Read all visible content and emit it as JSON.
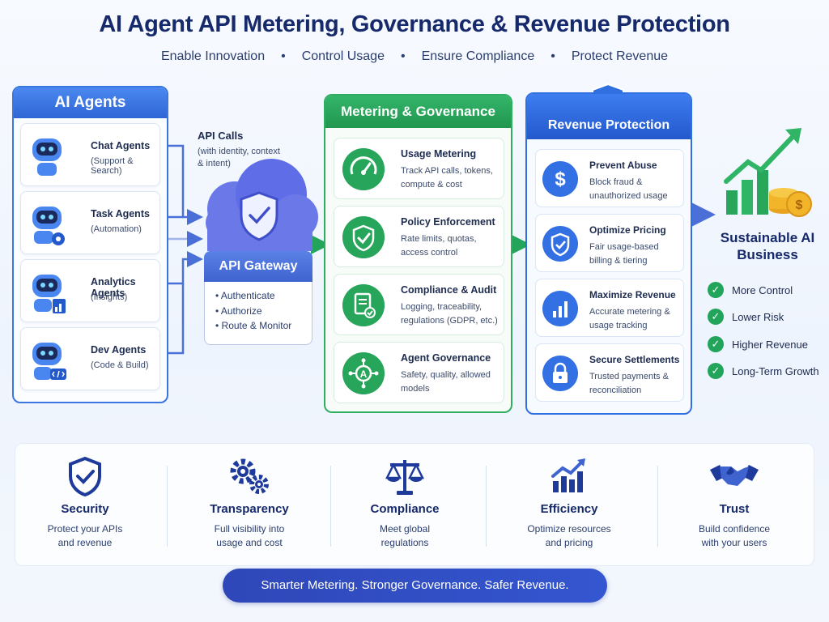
{
  "title": "AI Agent API Metering, Governance & Revenue Protection",
  "subtitle": [
    "Enable Innovation",
    "Control Usage",
    "Ensure Compliance",
    "Protect Revenue"
  ],
  "subtitle_separator": "•",
  "agents": {
    "heading": "AI Agents",
    "items": [
      {
        "name": "Chat Agents",
        "desc": "(Support & Search)",
        "icon": "robot-chat-icon"
      },
      {
        "name": "Task Agents",
        "desc": "(Automation)",
        "icon": "robot-gear-icon"
      },
      {
        "name": "Analytics Agents",
        "desc": "(Insights)",
        "icon": "robot-chart-icon"
      },
      {
        "name": "Dev Agents",
        "desc": "(Code & Build)",
        "icon": "robot-code-icon"
      }
    ]
  },
  "api_calls": {
    "title": "API Calls",
    "desc": "(with identity, context & intent)"
  },
  "gateway": {
    "title": "API Gateway",
    "items": [
      "Authenticate",
      "Authorize",
      "Route & Monitor"
    ],
    "bullet": "•"
  },
  "metering": {
    "heading": "Metering & Governance",
    "items": [
      {
        "name": "Usage Metering",
        "desc": "Track API calls, tokens, compute & cost",
        "icon": "gauge-icon"
      },
      {
        "name": "Policy Enforcement",
        "desc": "Rate limits, quotas, access control",
        "icon": "shield-check-icon"
      },
      {
        "name": "Compliance & Audit",
        "desc": "Logging, traceability, regulations (GDPR, etc.)",
        "icon": "document-check-icon"
      },
      {
        "name": "Agent Governance",
        "desc": "Safety, quality, allowed models",
        "icon": "network-a-icon"
      }
    ]
  },
  "revenue": {
    "heading": "Revenue Protection",
    "items": [
      {
        "name": "Prevent Abuse",
        "desc": "Block fraud & unauthorized usage",
        "icon": "dollar-icon"
      },
      {
        "name": "Optimize Pricing",
        "desc": "Fair usage-based billing & tiering",
        "icon": "shield-icon"
      },
      {
        "name": "Maximize Revenue",
        "desc": "Accurate metering & usage tracking",
        "icon": "bar-chart-icon"
      },
      {
        "name": "Secure Settlements",
        "desc": "Trusted payments & reconciliation",
        "icon": "lock-icon"
      }
    ]
  },
  "outcome": {
    "title": "Sustainable AI Business",
    "benefits": [
      "More Control",
      "Lower Risk",
      "Higher Revenue",
      "Long-Term Growth"
    ],
    "check": "✓"
  },
  "pillars": [
    {
      "name": "Security",
      "desc": "Protect your APIs and revenue",
      "icon": "shield-icon"
    },
    {
      "name": "Transparency",
      "desc": "Full visibility into usage and cost",
      "icon": "gears-icon"
    },
    {
      "name": "Compliance",
      "desc": "Meet global regulations",
      "icon": "scales-icon"
    },
    {
      "name": "Efficiency",
      "desc": "Optimize resources and pricing",
      "icon": "growth-chart-icon"
    },
    {
      "name": "Trust",
      "desc": "Build confidence with your users",
      "icon": "handshake-icon"
    }
  ],
  "tagline": "Smarter Metering. Stronger Governance. Safer Revenue.",
  "colors": {
    "navy": "#16296b",
    "blue": "#2f6fe0",
    "green": "#22a45a",
    "purple": "#5b6fe0"
  }
}
